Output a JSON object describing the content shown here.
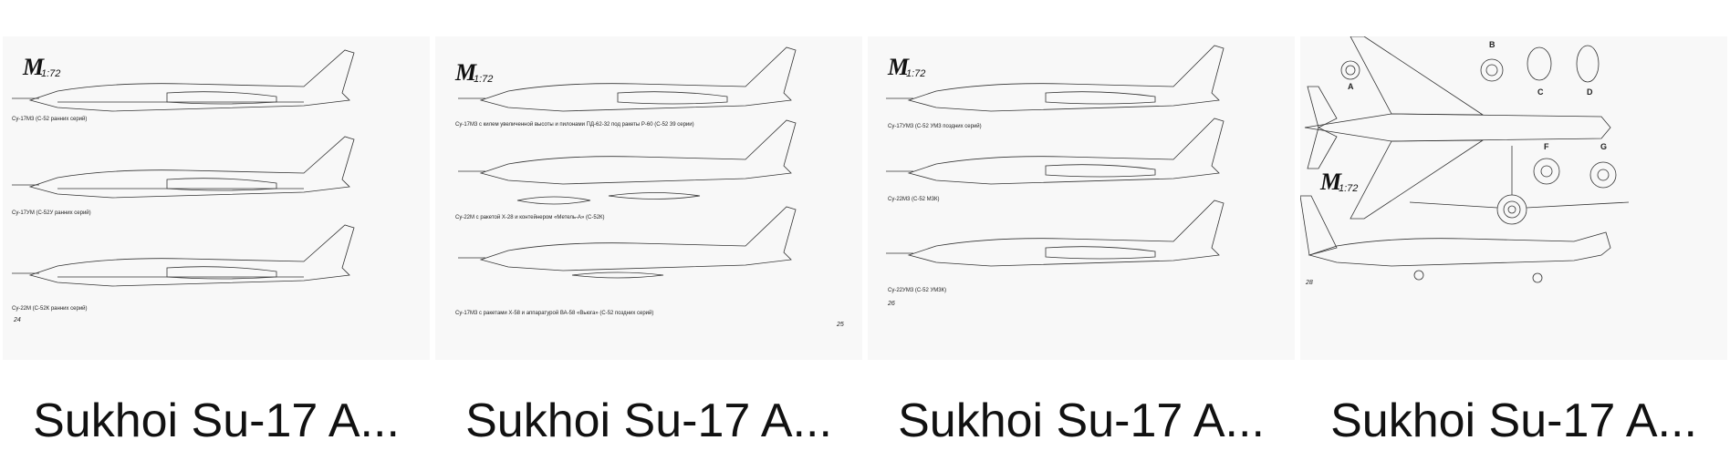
{
  "results": [
    {
      "caption": "Sukhoi Su-17 A...",
      "logo": {
        "mark": "M",
        "scale": "1:72"
      },
      "labels": [
        "Су-17М3 (С-52 ранних серий)",
        "Су-17УМ (С-52У ранних серий)",
        "Су-22М (С-52К ранних серий)"
      ],
      "page": "24"
    },
    {
      "caption": "Sukhoi Su-17 A...",
      "logo": {
        "mark": "M",
        "scale": "1:72"
      },
      "labels": [
        "Су-17М3 с килем увеличенной высоты и пилонами ПД-62-32 под ракеты Р-60 (С-52 39 серии)",
        "Су-22М с ракетой Х-28 и контейнером «Метель-А» (С-52К)",
        "Су-17М3 с ракетами Х-58 и аппаратурой ВА-58 «Вьюга» (С-52 поздних серий)"
      ],
      "page": "25"
    },
    {
      "caption": "Sukhoi Su-17 A...",
      "logo": {
        "mark": "M",
        "scale": "1:72"
      },
      "labels": [
        "Су-17УМ3 (С-52 УМ3 поздних серий)",
        "Су-22М3 (С-52 М3К)",
        "Су-22УМ3 (С-52 УМ3К)"
      ],
      "page": "26"
    },
    {
      "caption": "Sukhoi Su-17 A...",
      "logo": {
        "mark": "M",
        "scale": "1:72"
      },
      "letters": [
        "A",
        "B",
        "C",
        "D",
        "F",
        "G"
      ],
      "page": "28"
    }
  ]
}
